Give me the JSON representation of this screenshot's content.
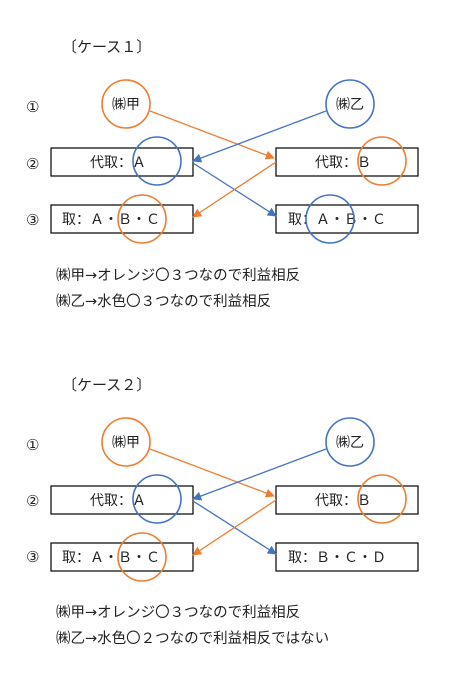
{
  "colors": {
    "orange": "#ED7D31",
    "blue": "#4472C4",
    "box_border": "#000000",
    "text": "#222222"
  },
  "cases": [
    {
      "title": "〔ケース１〕",
      "steps": [
        "①",
        "②",
        "③"
      ],
      "company_a": "㈱甲",
      "company_b": "㈱乙",
      "left_row2": "代取：Ａ",
      "right_row2": "代取：Ｂ",
      "left_row3": "取：Ａ・Ｂ・Ｃ",
      "right_row3": "取：Ａ・Ｂ・Ｃ",
      "note1": "㈱甲→オレンジ〇３つなので利益相反",
      "note2": "㈱乙→水色〇３つなので利益相反"
    },
    {
      "title": "〔ケース２〕",
      "steps": [
        "①",
        "②",
        "③"
      ],
      "company_a": "㈱甲",
      "company_b": "㈱乙",
      "left_row2": "代取：Ａ",
      "right_row2": "代取：Ｂ",
      "left_row3": "取：Ａ・Ｂ・Ｃ",
      "right_row3": "取：Ｂ・Ｃ・Ｄ",
      "note1": "㈱甲→オレンジ〇３つなので利益相反",
      "note2": "㈱乙→水色〇２つなので利益相反ではない"
    }
  ]
}
